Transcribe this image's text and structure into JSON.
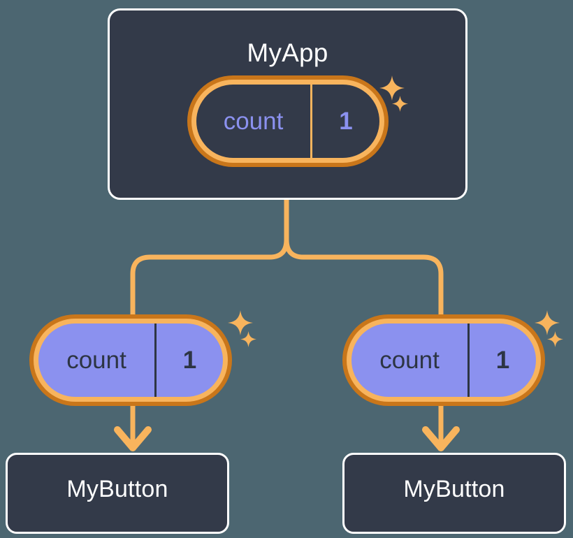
{
  "diagram": {
    "title": "React state propagation tree",
    "background_color": "#4c6671",
    "accent_orange": "#f8b45d",
    "accent_orange_dark": "#c9761a",
    "accent_purple": "#8b91ef",
    "card_color": "#333a49",
    "card_border_color": "#ffffff"
  },
  "parent": {
    "name": "MyApp",
    "state": {
      "key": "count",
      "value": "1"
    },
    "sparkles": [
      {
        "name": "sparkle-large",
        "size": 34
      },
      {
        "name": "sparkle-small",
        "size": 21
      }
    ]
  },
  "children": [
    {
      "state": {
        "key": "count",
        "value": "1"
      },
      "component": {
        "name": "MyButton"
      },
      "sparkles": [
        {
          "name": "sparkle-large",
          "size": 34
        },
        {
          "name": "sparkle-small",
          "size": 21
        }
      ]
    },
    {
      "state": {
        "key": "count",
        "value": "1"
      },
      "component": {
        "name": "MyButton"
      },
      "sparkles": [
        {
          "name": "sparkle-large",
          "size": 34
        },
        {
          "name": "sparkle-small",
          "size": 21
        }
      ]
    }
  ],
  "connectors": {
    "trunk_label": "state-flow-trunk",
    "branch_left_label": "state-flow-branch-left",
    "branch_right_label": "state-flow-branch-right",
    "arrow_left_label": "state-to-button-arrow-left",
    "arrow_right_label": "state-to-button-arrow-right",
    "stroke_color": "#f8b45d",
    "stroke_width": 7
  }
}
